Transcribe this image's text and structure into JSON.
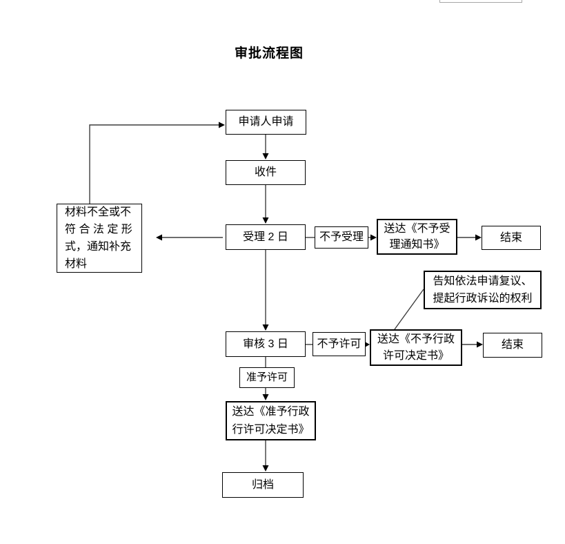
{
  "flowchart": {
    "title": "审批流程图",
    "nodes": [
      {
        "id": "applicant",
        "lines": [
          "申请人申请"
        ]
      },
      {
        "id": "receive",
        "lines": [
          "收件"
        ]
      },
      {
        "id": "materials-incomplete",
        "lines": [
          "材料不全或不",
          "符 合 法 定 形",
          "式，通知补充",
          "材料"
        ]
      },
      {
        "id": "accept-2-days",
        "lines": [
          "受理 2 日"
        ]
      },
      {
        "id": "no-acceptance",
        "lines": [
          "不予受理"
        ]
      },
      {
        "id": "deliver-no-acceptance-notice",
        "lines": [
          "送达《不予受",
          "理通知书》"
        ]
      },
      {
        "id": "end-1",
        "lines": [
          "结束"
        ]
      },
      {
        "id": "inform-rights",
        "lines": [
          "告知依法申请复议、",
          "提起行政诉讼的权利"
        ]
      },
      {
        "id": "review-3-days",
        "lines": [
          "审核 3 日"
        ]
      },
      {
        "id": "no-permit",
        "lines": [
          "不予许可"
        ]
      },
      {
        "id": "deliver-no-permit-decision",
        "lines": [
          "送达《不予行政",
          "许可决定书》"
        ]
      },
      {
        "id": "end-2",
        "lines": [
          "结束"
        ]
      },
      {
        "id": "grant-permit",
        "lines": [
          "准予许可"
        ]
      },
      {
        "id": "deliver-permit-decision",
        "lines": [
          "送达《准予行政",
          "行许可决定书》"
        ]
      },
      {
        "id": "archive",
        "lines": [
          "归档"
        ]
      }
    ]
  },
  "colors": {
    "box_border": "#000000",
    "thick_box_border": "#000000",
    "arrow_line": "#3d3d3d",
    "text": "#000000",
    "crop_frame": "#a6a6a6",
    "background": "#ffffff"
  }
}
